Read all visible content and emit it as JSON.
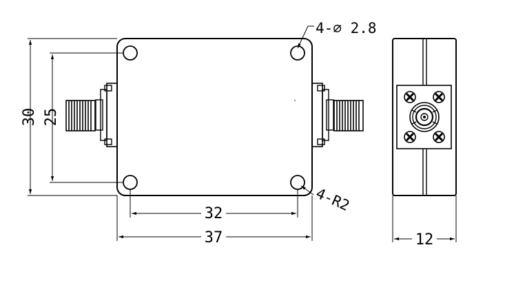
{
  "drawing": {
    "hole_callout": "4-∅ 2.8",
    "radius_callout": "4-R2",
    "dim_height_outer": "30",
    "dim_height_inner": "25",
    "dim_width_inner": "32",
    "dim_width_outer": "37",
    "dim_depth": "12"
  },
  "colors": {
    "line": "#000000",
    "background": "#ffffff"
  }
}
